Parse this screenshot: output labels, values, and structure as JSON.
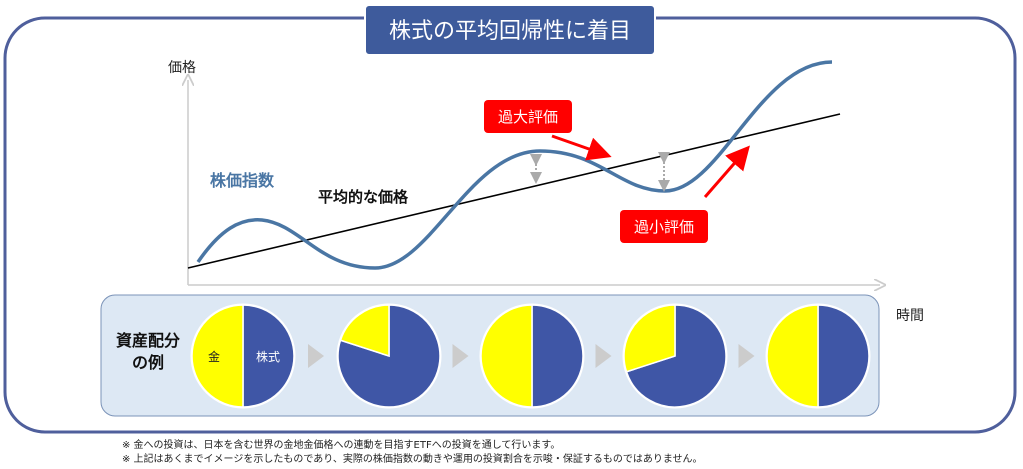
{
  "title": "株式の平均回帰性に着目",
  "axis": {
    "y_label": "価格",
    "x_label": "時間"
  },
  "labels": {
    "index": "株価指数",
    "average": "平均的な価格",
    "over": "過大評価",
    "under": "過小評価"
  },
  "allocation": {
    "heading_line1": "資産配分",
    "heading_line2": "の例",
    "gold_label": "金",
    "stock_label": "株式",
    "pies": [
      {
        "stock_pct": 50,
        "gold_pct": 50
      },
      {
        "stock_pct": 80,
        "gold_pct": 20
      },
      {
        "stock_pct": 50,
        "gold_pct": 50
      },
      {
        "stock_pct": 70,
        "gold_pct": 30
      },
      {
        "stock_pct": 50,
        "gold_pct": 50
      }
    ]
  },
  "colors": {
    "frame": "#4f5f9c",
    "title_bg": "#3e5b9c",
    "curve": "#4a76a4",
    "stock": "#3f56a6",
    "gold": "#ffff00",
    "label_bg": "#ff0000",
    "panel_bg": "#dde8f4"
  },
  "notes": [
    "※ 金への投資は、日本を含む世界の金地金価格への連動を目指すETFへの投資を通して行います。",
    "※ 上記はあくまでイメージを示したものであり、実際の株価指数の動きや運用の投資割合を示唆・保証するものではありません。"
  ]
}
